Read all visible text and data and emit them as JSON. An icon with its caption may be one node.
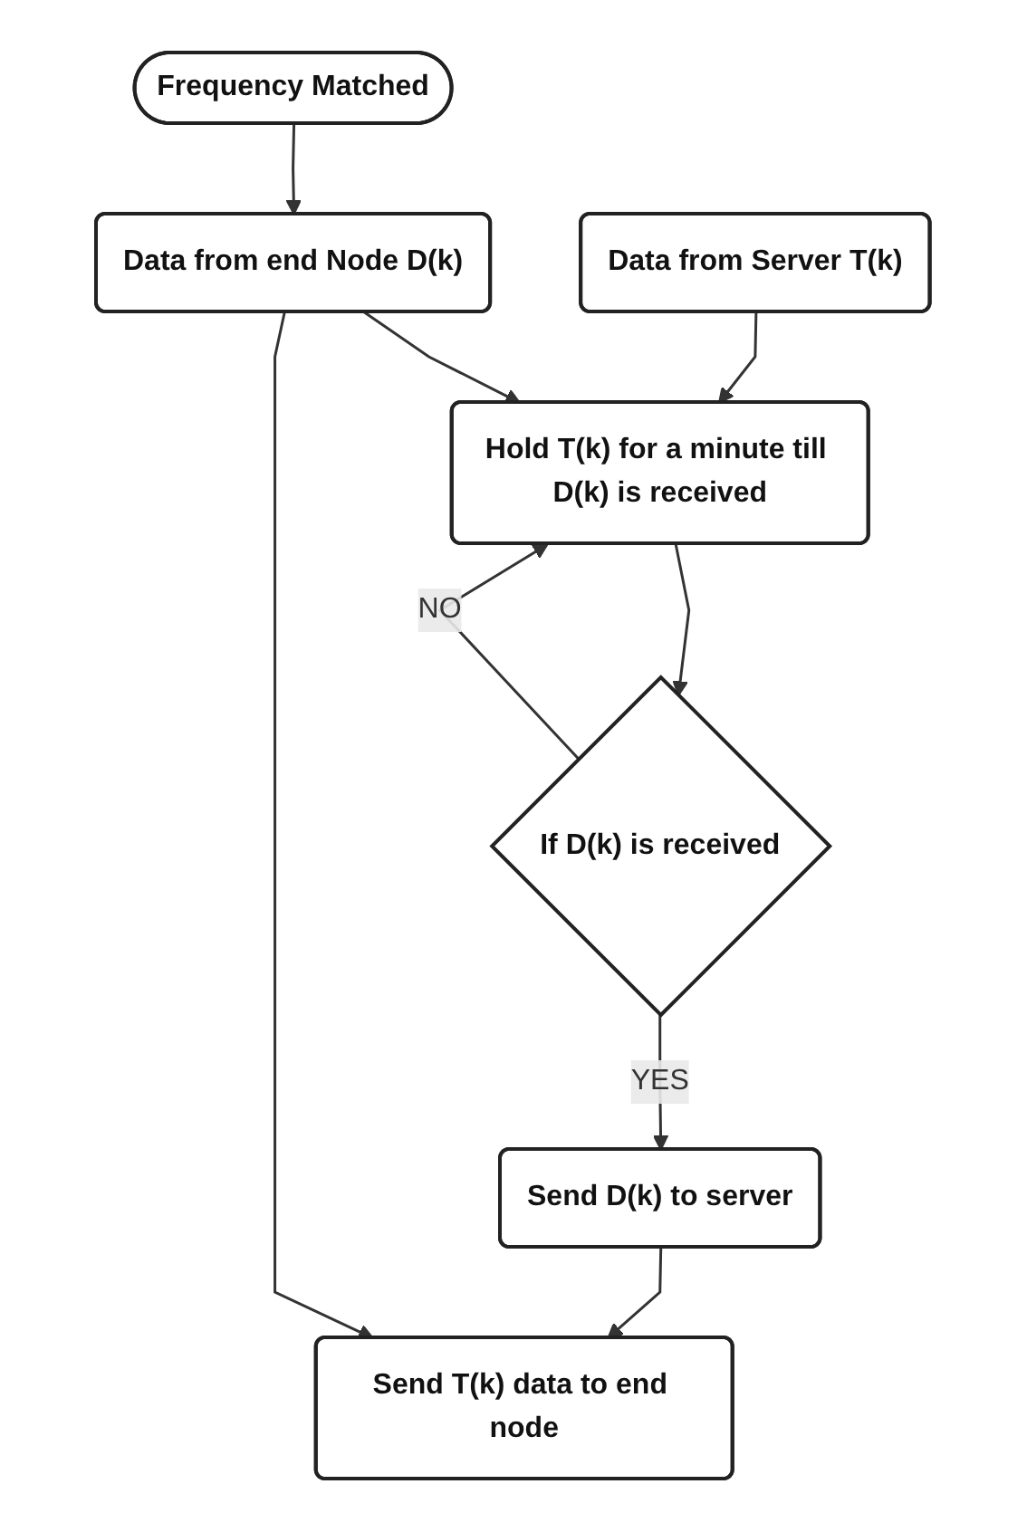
{
  "diagram": {
    "nodes": [
      {
        "text": [
          "Frequency Matched"
        ]
      },
      {
        "text": [
          "Data from end Node D(k)"
        ]
      },
      {
        "text": [
          "Hold T(k) for a minute till D(k) is received"
        ]
      },
      {
        "text": [
          "Data from Server T(k)"
        ]
      },
      {
        "text": [
          "If D(k) is received"
        ]
      },
      {
        "text": [
          "Send D(k) to server"
        ]
      },
      {
        "text": [
          "Send T(k) data to end node"
        ]
      }
    ],
    "edges": [
      {
        "from": 0,
        "to": 1,
        "arrow": "to"
      },
      {
        "from": 1,
        "to": 2,
        "arrow": "to"
      },
      {
        "from": 3,
        "to": 2,
        "arrow": "to"
      },
      {
        "from": 2,
        "to": 4,
        "arrow": "to"
      },
      {
        "from": 4,
        "to": 2,
        "arrow": "to",
        "label": "NO"
      },
      {
        "from": 4,
        "to": 5,
        "arrow": "to",
        "label": "YES"
      },
      {
        "from": 5,
        "to": 6,
        "arrow": "to"
      },
      {
        "from": 1,
        "to": 6,
        "arrow": "to"
      }
    ]
  }
}
